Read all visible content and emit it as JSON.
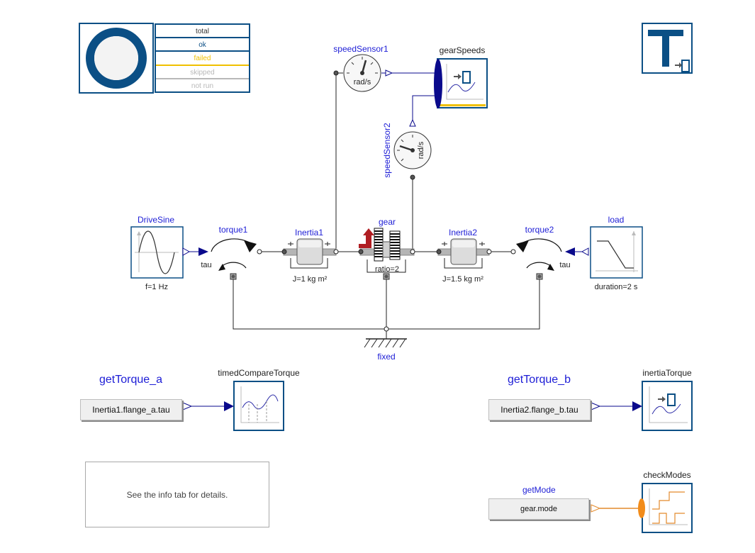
{
  "test_status": {
    "rows": [
      {
        "label": "total",
        "color": "#333333",
        "line": "#0b4f85"
      },
      {
        "label": "ok",
        "color": "#0b4f85",
        "line": "#0b4f85"
      },
      {
        "label": "failed",
        "color": "#f0c000",
        "line": "#f0c000"
      },
      {
        "label": "skipped",
        "color": "#b8b8b8",
        "line": "#b8b8b8"
      },
      {
        "label": "not run",
        "color": "#b8b8b8",
        "line": "#b8b8b8"
      }
    ]
  },
  "components": {
    "speed_sensor_1": {
      "name": "speedSensor1",
      "unit": "rad/s"
    },
    "speed_sensor_2": {
      "name": "speedSensor2",
      "unit": "rad/s"
    },
    "gear_speeds": {
      "name": "gearSpeeds"
    },
    "drive_sine": {
      "name": "DriveSine",
      "param": "f=1 Hz"
    },
    "torque_1": {
      "name": "torque1",
      "port": "tau"
    },
    "inertia_1": {
      "name": "Inertia1",
      "param": "J=1 kg m²"
    },
    "gear": {
      "name": "gear",
      "param": "ratio=2"
    },
    "inertia_2": {
      "name": "Inertia2",
      "param": "J=1.5 kg m²"
    },
    "torque_2": {
      "name": "torque2",
      "port": "tau"
    },
    "load": {
      "name": "load",
      "param": "duration=2 s"
    },
    "fixed": {
      "name": "fixed"
    },
    "timed_compare_torque": {
      "name": "timedCompareTorque"
    },
    "inertia_torque": {
      "name": "inertiaTorque"
    },
    "check_modes": {
      "name": "checkModes"
    }
  },
  "getters": {
    "get_torque_a": {
      "title": "getTorque_a",
      "expr": "Inertia1.flange_a.tau"
    },
    "get_torque_b": {
      "title": "getTorque_b",
      "expr": "Inertia2.flange_b.tau"
    },
    "get_mode": {
      "title": "getMode",
      "expr": "gear.mode"
    }
  },
  "info_text": "See the info tab for details.",
  "colors": {
    "frame": "#0b4f85",
    "signal": "#0a0a8c",
    "label": "#1d1dd6",
    "mode_line": "#e38a2c",
    "accent_yellow": "#f0c000",
    "gear_red": "#b01e23"
  }
}
